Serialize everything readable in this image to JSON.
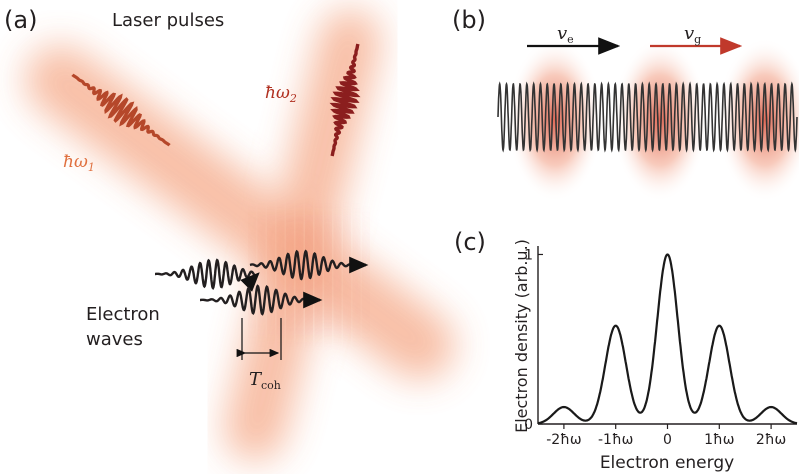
{
  "panel_a": {
    "label": "(a)",
    "title": "Laser pulses",
    "pulse1_label": "ħω",
    "pulse1_sub": "1",
    "pulse2_label": "ħω",
    "pulse2_sub": "2",
    "electron_label_line1": "Electron",
    "electron_label_line2": "waves",
    "coherence_label": "T",
    "coherence_sub": "coh"
  },
  "panel_b": {
    "label": "(b)",
    "ve_label": "v",
    "ve_sub": "e",
    "vg_label": "v",
    "vg_sub": "g"
  },
  "panel_c": {
    "label": "(c)"
  },
  "colors": {
    "laser_orange": "#f08a5d",
    "laser_red": "#c0392b",
    "pulse1": "#b5472a",
    "pulse2": "#8b1e1e",
    "electron": "#231f20",
    "arrow_vg": "#c0392b"
  },
  "chart_data": {
    "type": "line",
    "title": "",
    "xlabel": "Electron energy",
    "ylabel": "Electron density (arb.u.)",
    "xlim": [
      -2.5,
      2.5
    ],
    "ylim": [
      0,
      1.05
    ],
    "x_ticks": [
      -2,
      -1,
      0,
      1,
      2
    ],
    "x_tick_labels": [
      "-2ħω",
      "-1ħω",
      "0",
      "1ħω",
      "2ħω"
    ],
    "y_ticks": [
      0,
      1
    ],
    "y_tick_labels": [
      "0",
      "1"
    ],
    "grid": false,
    "series": [
      {
        "peaks": [
          {
            "x": -2,
            "y": 0.1
          },
          {
            "x": -1,
            "y": 0.58
          },
          {
            "x": 0,
            "y": 1.0
          },
          {
            "x": 1,
            "y": 0.58
          },
          {
            "x": 2,
            "y": 0.1
          }
        ]
      }
    ]
  }
}
